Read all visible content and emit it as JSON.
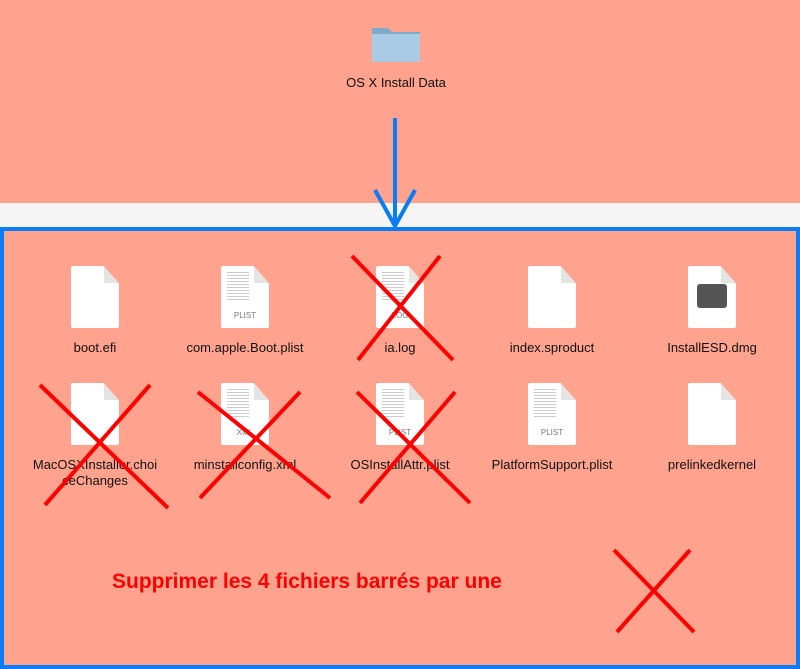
{
  "folder": {
    "label": "OS X Install Data",
    "icon": "folder-icon"
  },
  "files": [
    {
      "name": "boot.efi",
      "type": "doc",
      "deleted": false
    },
    {
      "name": "com.apple.Boot.plist",
      "type": "plist",
      "tag": "PLIST",
      "deleted": false
    },
    {
      "name": "ia.log",
      "type": "log",
      "tag": "LOG",
      "deleted": true
    },
    {
      "name": "index.sproduct",
      "type": "doc",
      "deleted": false
    },
    {
      "name": "InstallESD.dmg",
      "type": "dmg",
      "deleted": false
    },
    {
      "name": "MacOSXInstaller.choiceChanges",
      "type": "doc",
      "deleted": true
    },
    {
      "name": "minstallconfig.xml",
      "type": "xml",
      "tag": "XML",
      "deleted": true
    },
    {
      "name": "OSInstallAttr.plist",
      "type": "plist",
      "tag": "PLIST",
      "deleted": true
    },
    {
      "name": "PlatformSupport.plist",
      "type": "plist",
      "tag": "PLIST",
      "deleted": false
    },
    {
      "name": "prelinkedkernel",
      "type": "doc",
      "deleted": false
    }
  ],
  "message": "Supprimer les 4 fichiers barrés par une",
  "colors": {
    "background": "#ffa38e",
    "accent": "#0a7cf5",
    "cross": "#ff0000"
  }
}
